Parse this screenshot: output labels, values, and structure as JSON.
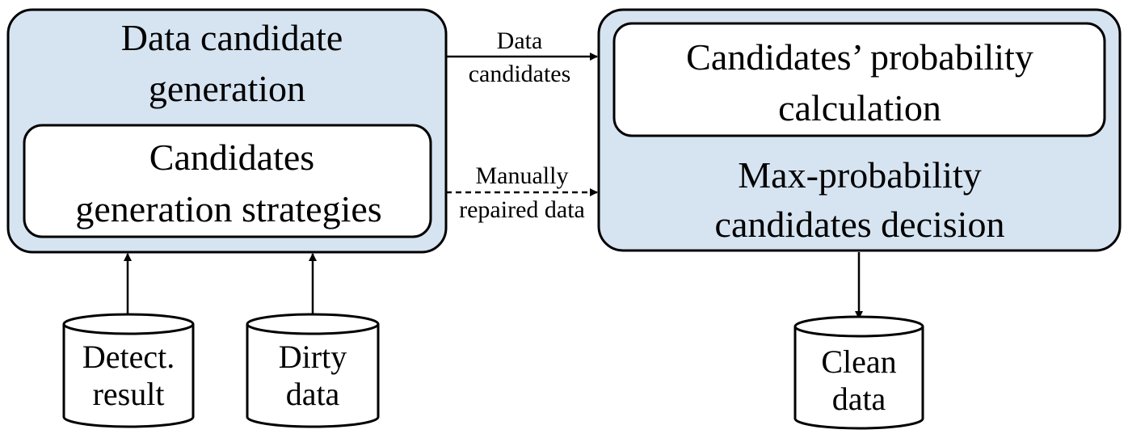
{
  "colors": {
    "panel_fill": "#d6e3f0",
    "inner_fill": "#ffffff",
    "stroke": "#000000",
    "background": "#ffffff"
  },
  "left_panel": {
    "title_line1": "Data candidate",
    "title_line2": "generation",
    "inner_line1": "Candidates",
    "inner_line2": "generation strategies"
  },
  "right_panel": {
    "inner_line1": "Candidates’ probability",
    "inner_line2": "calculation",
    "bottom_line1": "Max-probability",
    "bottom_line2": "candidates decision"
  },
  "arrows": {
    "data_candidates_line1": "Data",
    "data_candidates_line2": "candidates",
    "manual_line1": "Manually",
    "manual_line2": "repaired data"
  },
  "databases": {
    "detect_line1": "Detect.",
    "detect_line2": "result",
    "dirty_line1": "Dirty",
    "dirty_line2": "data",
    "clean_line1": "Clean",
    "clean_line2": "data"
  }
}
